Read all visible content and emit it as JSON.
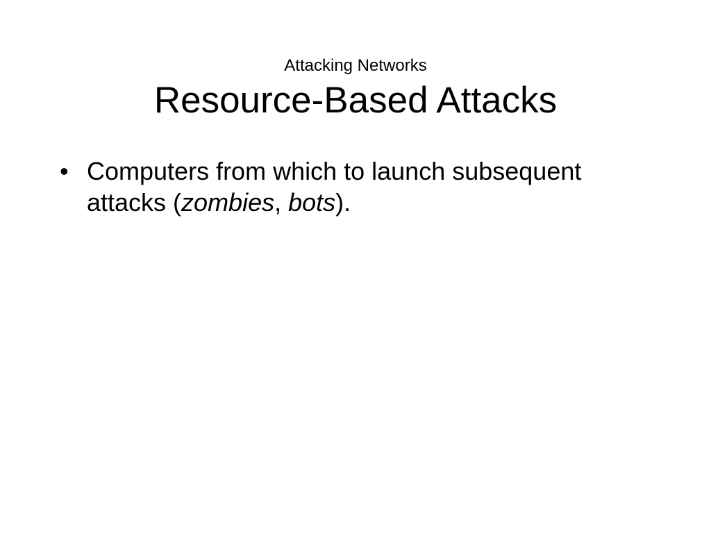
{
  "slide": {
    "subtitle": "Attacking Networks",
    "title": "Resource-Based Attacks",
    "bullets": [
      {
        "marker": "•",
        "line1": "Computers from which to launch subsequent",
        "line2_prefix": "attacks (",
        "term1": "zombies",
        "sep": ", ",
        "term2": "bots",
        "line2_suffix": ")."
      }
    ]
  }
}
